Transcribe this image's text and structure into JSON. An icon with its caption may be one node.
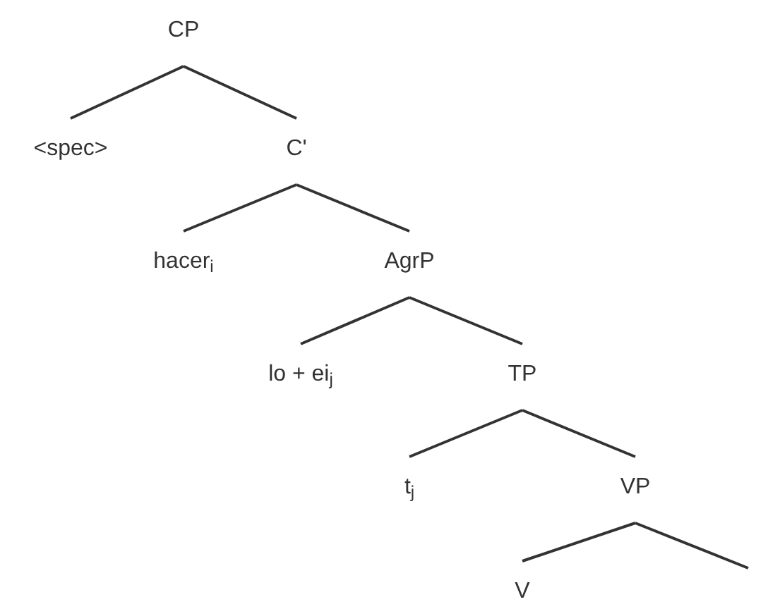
{
  "diagram": {
    "nodes": [
      {
        "text": [
          "CP"
        ]
      },
      {
        "text": [
          "<spec>"
        ]
      },
      {
        "text": [
          "C'"
        ]
      },
      {
        "text": [
          "hacer$_{i}$"
        ]
      },
      {
        "text": [
          "AgrP"
        ]
      },
      {
        "text": [
          "lo + ei$_{j}$"
        ]
      },
      {
        "text": [
          "TP"
        ]
      },
      {
        "text": [
          "t$_{j}$"
        ]
      },
      {
        "text": [
          "VP"
        ]
      },
      {
        "text": [
          "V"
        ]
      }
    ],
    "edges": [
      {
        "from": 0,
        "to": 1,
        "arrow": "none"
      },
      {
        "from": 0,
        "to": 2,
        "arrow": "none"
      },
      {
        "from": 2,
        "to": 3,
        "arrow": "none"
      },
      {
        "from": 2,
        "to": 4,
        "arrow": "none"
      },
      {
        "from": 4,
        "to": 5,
        "arrow": "none"
      },
      {
        "from": 4,
        "to": 6,
        "arrow": "none"
      },
      {
        "from": 6,
        "to": 7,
        "arrow": "none"
      },
      {
        "from": 6,
        "to": 8,
        "arrow": "none"
      },
      {
        "from": 8,
        "to": 9,
        "arrow": "none"
      },
      {
        "from": 8,
        "to": null,
        "arrow": "none"
      }
    ]
  }
}
